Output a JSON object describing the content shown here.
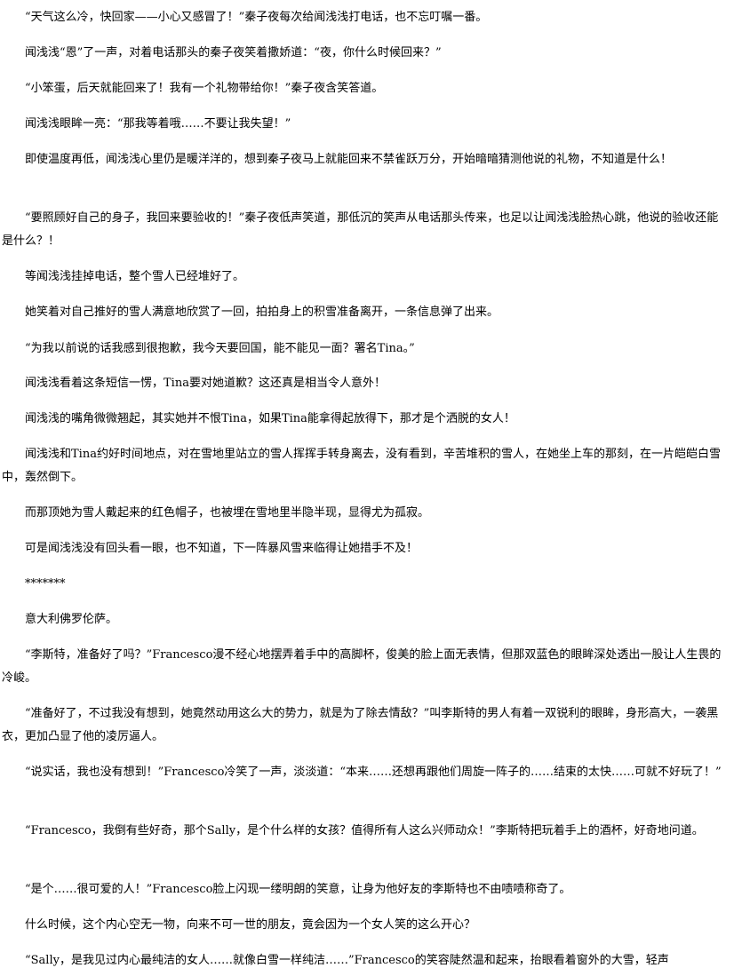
{
  "document": {
    "paragraphs": [
      "“天气这么冷，快回家——小心又感冒了！”秦子夜每次给闻浅浅打电话，也不忘叮嘱一番。",
      "闻浅浅“恩”了一声，对着电话那头的秦子夜笑着撒娇道：“夜，你什么时候回来？”",
      "“小笨蛋，后天就能回来了！我有一个礼物带给你！”秦子夜含笑答道。",
      "闻浅浅眼眸一亮：“那我等着哦……不要让我失望！”",
      "即使温度再低，闻浅浅心里仍是暖洋洋的，想到秦子夜马上就能回来不禁雀跃万分，开始暗暗猜测他说的礼物，不知道是什么！",
      "“要照顾好自己的身子，我回来要验收的！”秦子夜低声笑道，那低沉的笑声从电话那头传来，也足以让闻浅浅脸热心跳，他说的验收还能是什么？！",
      "等闻浅浅挂掉电话，整个雪人已经堆好了。",
      "她笑着对自己推好的雪人满意地欣赏了一回，拍拍身上的积雪准备离开，一条信息弹了出来。",
      "“为我以前说的话我感到很抱歉，我今天要回国，能不能见一面？署名Tina。”",
      "闻浅浅看着这条短信一愣，Tina要对她道歉？这还真是相当令人意外！",
      "闻浅浅的嘴角微微翘起，其实她并不恨Tina，如果Tina能拿得起放得下，那才是个洒脱的女人！",
      "闻浅浅和Tina约好时间地点，对在雪地里站立的雪人挥挥手转身离去，没有看到，辛苦堆积的雪人，在她坐上车的那刻，在一片皑皑白雪中，轰然倒下。",
      "而那顶她为雪人戴起来的红色帽子，也被埋在雪地里半隐半现，显得尤为孤寂。",
      "可是闻浅浅没有回头看一眼，也不知道，下一阵暴风雪来临得让她措手不及！",
      "*******",
      "意大利佛罗伦萨。",
      "“李斯特，准备好了吗？”Francesco漫不经心地摆弄着手中的高脚杯，俊美的脸上面无表情，但那双蓝色的眼眸深处透出一股让人生畏的冷峻。",
      "“准备好了，不过我没有想到，她竟然动用这么大的势力，就是为了除去情敌？”叫李斯特的男人有着一双锐利的眼眸，身形高大，一袭黑衣，更加凸显了他的凌厉逼人。",
      "“说实话，我也没有想到！”Francesco冷笑了一声，淡淡道：“本来……还想再跟他们周旋一阵子的……结束的太快……可就不好玩了！”",
      "“Francesco，我倒有些好奇，那个Sally，是个什么样的女孩？值得所有人这么兴师动众！”李斯特把玩着手上的酒杯，好奇地问道。",
      "“是个……很可爱的人！”Francesco脸上闪现一缕明朗的笑意，让身为他好友的李斯特也不由啧啧称奇了。",
      "什么时候，这个内心空无一物，向来不可一世的朋友，竟会因为一个女人笑的这么开心？",
      "“Sally，是我见过内心最纯洁的女人……就像白雪一样纯洁……”Francesco的笑容陡然温和起来，抬眼看着窗外的大雪，轻声"
    ]
  }
}
